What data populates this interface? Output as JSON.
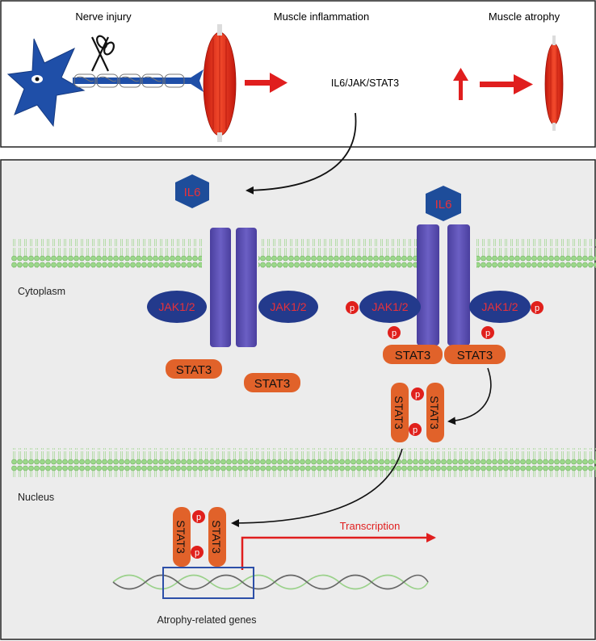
{
  "top_panel": {
    "nerve_injury": "Nerve injury",
    "muscle_inflammation": "Muscle inflammation",
    "muscle_atrophy": "Muscle atrophy",
    "pathway": "IL6/JAK/STAT3"
  },
  "cell": {
    "cytoplasm": "Cytoplasm",
    "nucleus": "Nucleus",
    "il6": "IL6",
    "jak": "JAK1/2",
    "stat3": "STAT3",
    "phospho": "p",
    "transcription": "Transcription",
    "genes": "Atrophy-related genes"
  },
  "colors": {
    "neuron_blue": "#1f4fa8",
    "il6_blue": "#1e4d9a",
    "receptor_purple": "#5a4db0",
    "jak_navy": "#233a8c",
    "stat_orange": "#e1622a",
    "phospho_red": "#e0201c",
    "muscle_red": "#e42d1a",
    "membrane_green": "#8ed27a",
    "arrow_red": "#e01e1e",
    "cell_bg": "#ececec"
  }
}
